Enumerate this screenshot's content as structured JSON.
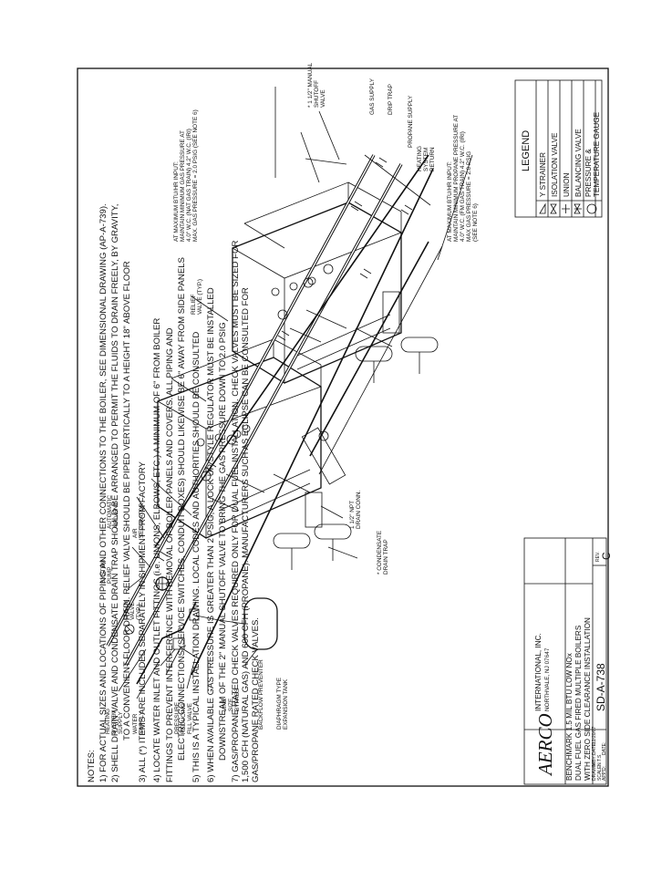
{
  "legend": {
    "title": "LEGEND",
    "items": [
      {
        "symbol": "strainer",
        "label": "Y STRAINER"
      },
      {
        "symbol": "isolation-valve",
        "label": "ISOLATION VALVE"
      },
      {
        "symbol": "union",
        "label": "UNION"
      },
      {
        "symbol": "balancing-valve",
        "label": "BALANCING VALVE"
      },
      {
        "symbol": "gauge",
        "label": "PRESSURE &"
      },
      {
        "symbol": "",
        "label": "TEMPERATURE GAUGE"
      }
    ]
  },
  "notes": {
    "heading": "NOTES:",
    "lines": [
      "1) FOR ACTUAL SIZES AND LOCATIONS OF PIPING AND OTHER CONNECTIONS TO THE BOILER, SEE DIMENSIONAL DRAWING (AP-A-739).",
      "2) SHELL DRAIN VALVE AND CONDENSATE DRAIN TRAP SHOULD BE ARRANGED TO PERMIT THE FLUIDS TO DRAIN FREELY, BY GRAVITY,",
      "TO A CONVENIENT FLOOR DRAIN. RELIEF VALVE SHOULD BE PIPED VERTICALLY TO A HEIGHT 18\" ABOVE FLOOR",
      "3) ALL (*) ITEMS ARE INCLUDED SEPARATELY IN SHIPMENT FROM FACTORY",
      "4) LOCATE WATER INLET AND OUTLET FITTINGS (i.e. UNIONS, ELBOWS, ETC.) A MINIMUM OF 6\" FROM BOILER",
      "FITTINGS TO PREVENT INTERFERENCE WITH REMOVAL OF BOILER PANELS AND COVERS. ALL PIPING AND",
      "ELECTRIC CONNECTIONS (SERVICE SWITCHES, CONDUIT BOXES) SHOULD LIKEWISE BE 6\" AWAY FROM SIDE PANELS",
      "5) THIS IS A TYPICAL INSTALLATION DRAWING. LOCAL CODES AND AUTHORITIES SHOULD BE CONSULTED",
      "6) WHEN AVAILABLE GAS PRESSURE IS GREATER THAN 2 PSIG, A LOCK UP STYLE REGULATOR MUST BE INSTALLED",
      "DOWNSTREAM OF THE 2\" MANUAL SHUTOFF VALVE TO BRING THE GAS PRESSURE DOWN TO 2.0 PSIG",
      "7) GAS/PROPANE RATED CHECK VALVES REQUIRED ONLY FOR DUAL FUEL INSTALLATION. CHECK VALVES MUST BE SIZED FOR",
      "1,500 CFH (NATURAL GAS) AND 600 CFH (PROPANE). MANUFACTURERS SUCH AS ECLIPSE CAN BE CONSULTED FOR",
      "GAS/PROPANE RATED CHECK VALVES."
    ]
  },
  "callouts": {
    "heating_supply": [
      "HEATING",
      "SYSTEM",
      "SUPPLY"
    ],
    "water_supply": [
      "WATER",
      "SUPPLY"
    ],
    "check_valve": [
      "CHECK",
      "VALVE",
      "(TYP.)"
    ],
    "system_pump": [
      "SYSTEM",
      "PUMP"
    ],
    "air_separator": [
      "AIR",
      "SEPARATOR"
    ],
    "air_vent": [
      "AUTOMATIC",
      "AIR VENT"
    ],
    "prv": [
      "PRESSURE",
      "REDUCING",
      "FILL VALVE"
    ],
    "bypass": [
      "LINE",
      "SIZE",
      "BYPASS"
    ],
    "backflow": [
      "BACKFLOW PREVENTER"
    ],
    "expansion_tank": [
      "DIAPHRAGM TYPE",
      "EXPANSION TANK"
    ],
    "condensate": [
      "* CONDENSATE",
      "DRAIN TRAP"
    ],
    "drain_conn": [
      "1 1/2\" NPT",
      "DRAIN CONN."
    ],
    "relief": [
      "RELIEF",
      "VALVE (TYP.)"
    ],
    "btu_top": [
      "AT MAXIMUM BTU/HR INPUT:",
      "MAINTAIN MINIMUM GAS PRESSURE AT",
      "4.0\" W.C. (NAT GAS TRAIN) 4.2\" W.C. (IRI)",
      "MAX. GAS PRESSURE = 2.0 PSIG (SEE NOTE 6)"
    ],
    "btu_bottom": [
      "AT MAXIMUM BTU/HR INPUT:",
      "MAINTAIN MINIMUM PROPANE PRESSURE AT",
      "4.0\" W.C. (FM GAS TRAIN) 4.2\" W.C. (IRI)",
      "MAX GAS PRESSURE = 2.0 PSIG",
      "(SEE NOTE 6)"
    ],
    "manual_shutoff": [
      "* 1 1/2\" MANUAL",
      "SHUTOFF",
      "VALVE"
    ],
    "gas_supply": [
      "GAS SUPPLY"
    ],
    "drip_trap": [
      "DRIP TRAP"
    ],
    "propane_supply": [
      "PROPANE SUPPLY"
    ],
    "heating_return": [
      "HEATING",
      "SYSTEM",
      "RETURN"
    ]
  },
  "title_block": {
    "logo": "AERCO",
    "company": "INTERNATIONAL, INC.",
    "address": "NORTHVALE, NJ  07647",
    "title": [
      "BENCHMARK 1.5 MIL BTU LOW NOx",
      "DUAL FUEL GAS FIRED MULTIPLE BOILERS",
      "WITH ZERO SIDE CLEARANCE INSTALLATION"
    ],
    "drawing_number": "SD-A-738",
    "rev_label": "REV.",
    "rev": "C",
    "drawn_by_label": "DRAWN BY:",
    "drawn_by": "M.",
    "date_label": "DATE:",
    "date": "12/20/07",
    "scale_label": "SCALE:",
    "scale": "N.T.S.",
    "appd_label": "APP'D:",
    "appd_date_label": "DATE:"
  }
}
